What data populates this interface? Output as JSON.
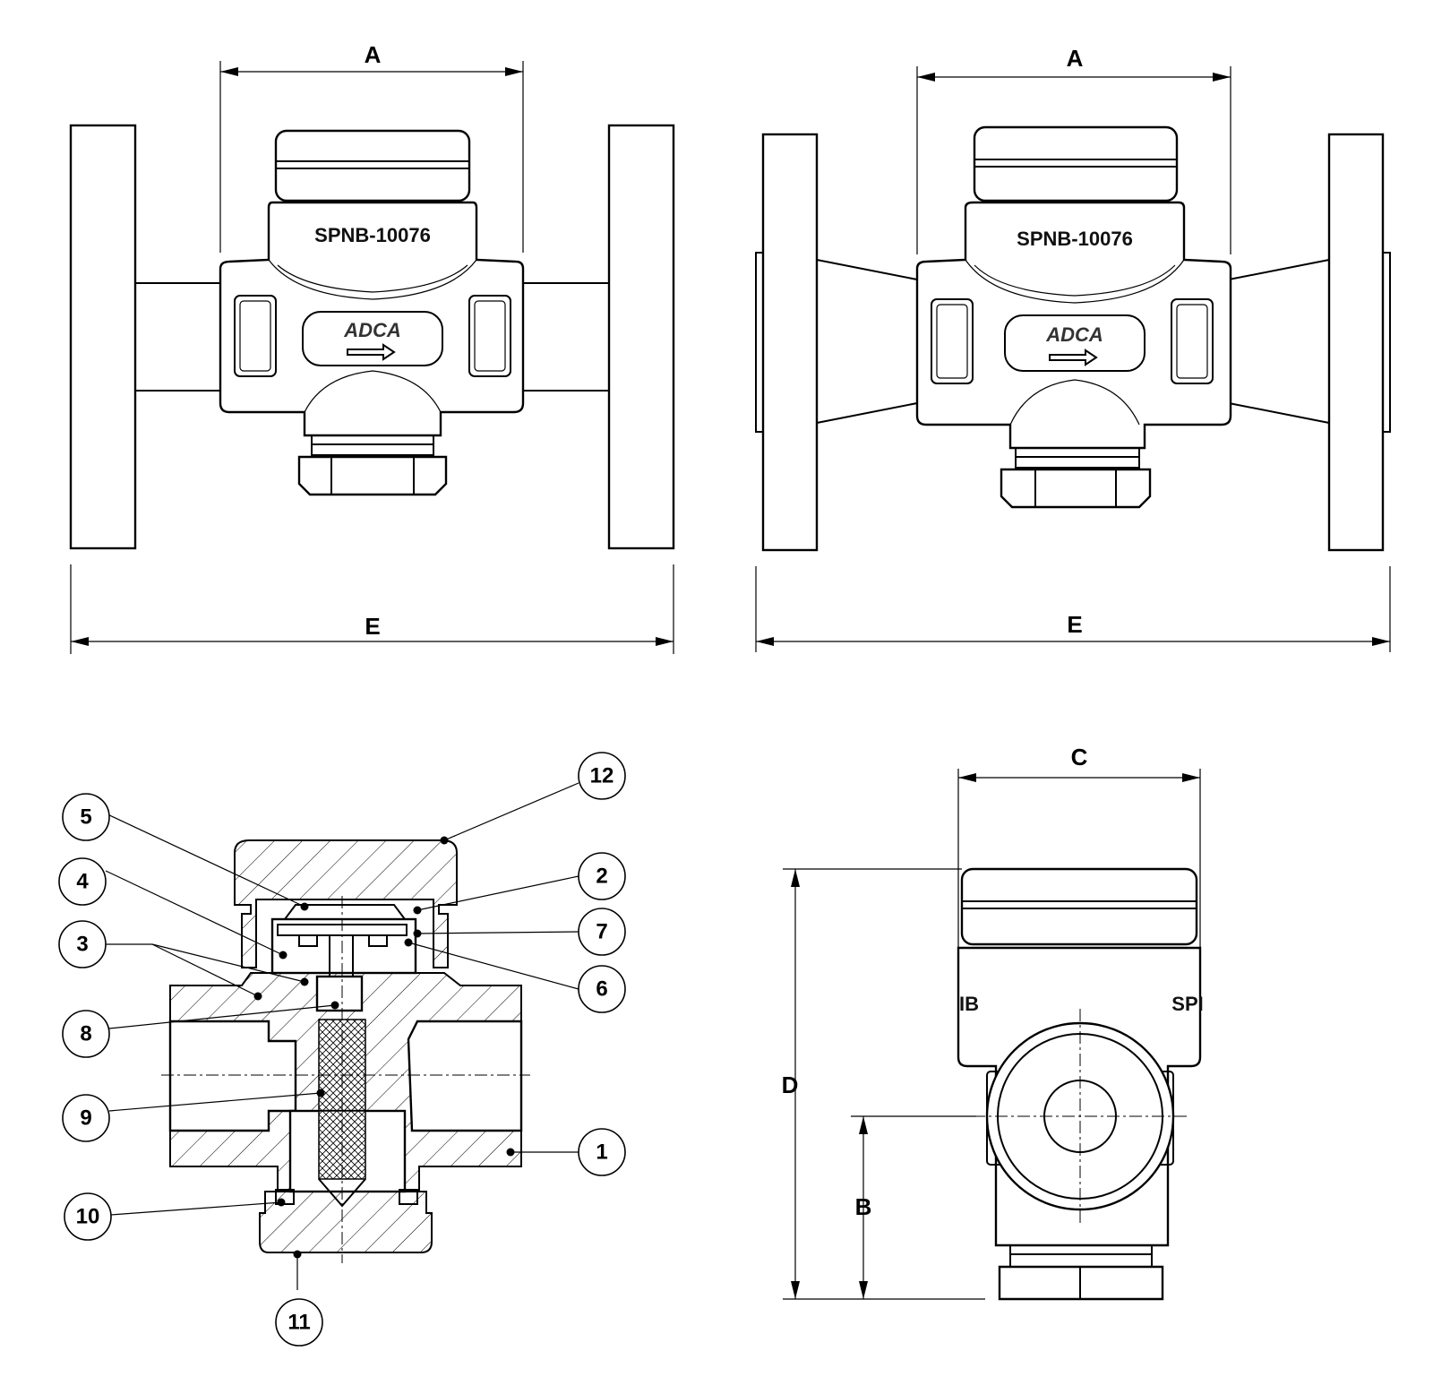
{
  "dimensions": {
    "A": "A",
    "B": "B",
    "C": "C",
    "D": "D",
    "E": "E"
  },
  "body_marking": "SPNB-10076",
  "brand_logo": "ADCA",
  "side_markings": {
    "left": "IB",
    "right": "SPI"
  },
  "part_balloons": [
    "1",
    "2",
    "3",
    "4",
    "5",
    "6",
    "7",
    "8",
    "9",
    "10",
    "11",
    "12"
  ]
}
